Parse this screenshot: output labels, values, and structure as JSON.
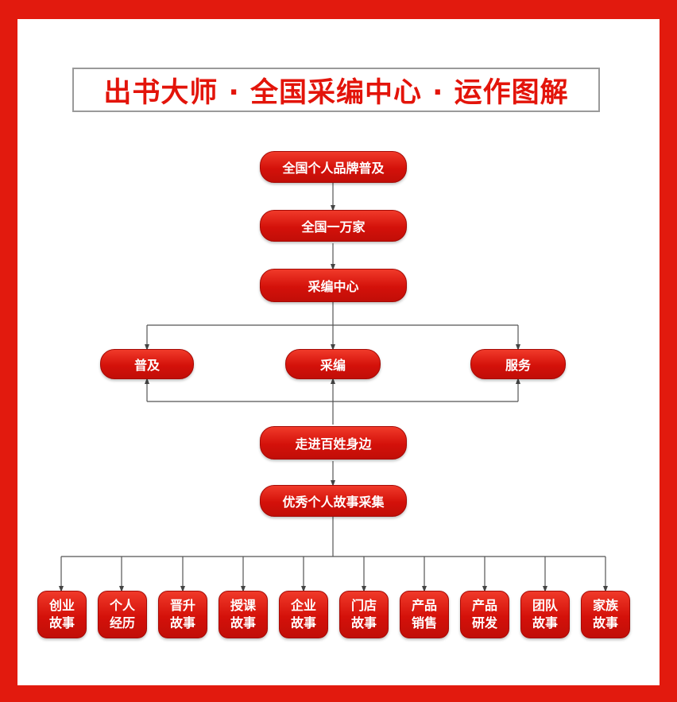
{
  "title": "出书大师 · 全国采编中心 · 运作图解",
  "nodes": {
    "brand": "全国个人品牌普及",
    "ten_thousand": "全国一万家",
    "center": "采编中心",
    "popularize": "普及",
    "editing": "采编",
    "service": "服务",
    "community": "走进百姓身边",
    "collection": "优秀个人故事采集"
  },
  "leaves": [
    {
      "line1": "创业",
      "line2": "故事"
    },
    {
      "line1": "个人",
      "line2": "经历"
    },
    {
      "line1": "晋升",
      "line2": "故事"
    },
    {
      "line1": "授课",
      "line2": "故事"
    },
    {
      "line1": "企业",
      "line2": "故事"
    },
    {
      "line1": "门店",
      "line2": "故事"
    },
    {
      "line1": "产品",
      "line2": "销售"
    },
    {
      "line1": "产品",
      "line2": "研发"
    },
    {
      "line1": "团队",
      "line2": "故事"
    },
    {
      "line1": "家族",
      "line2": "故事"
    }
  ],
  "colors": {
    "frame": "#e21a0e",
    "node_fill": "#d4110a",
    "title_text": "#e3140a",
    "connector": "#444444"
  }
}
